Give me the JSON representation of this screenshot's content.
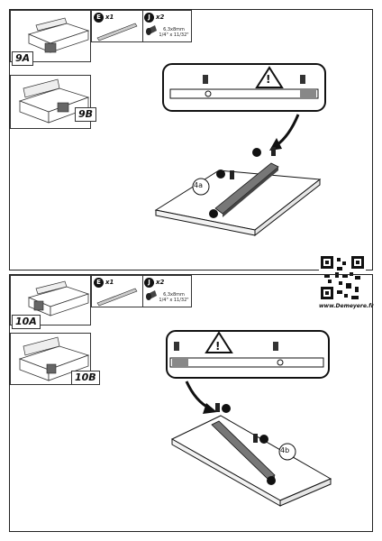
{
  "steps": {
    "s9a": "9A",
    "s9b": "9B",
    "s10a": "10A",
    "s10b": "10B",
    "s4a": "4a",
    "s4b": "4b"
  },
  "parts": {
    "rail_letter": "E",
    "rail_qty": "x1",
    "screw_letter": "J",
    "screw_qty": "x2",
    "screw_spec": "6,3x8mm",
    "screw_spec_imperial": "1/4\" x 11/32\""
  },
  "warning_mark": "!",
  "brand": "www.Demeyere.fr"
}
